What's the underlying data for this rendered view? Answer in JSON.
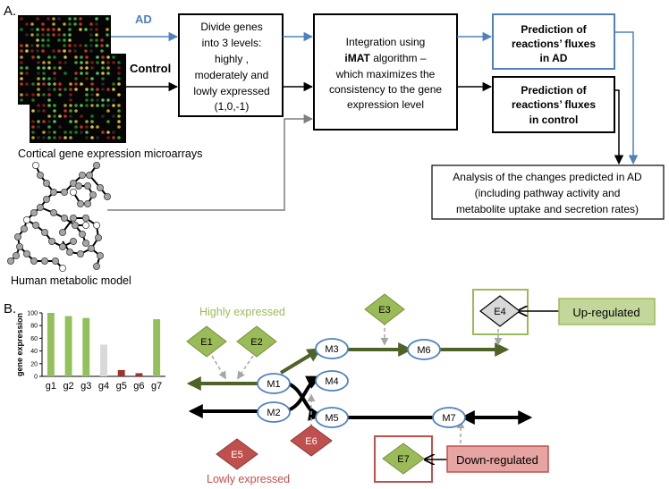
{
  "panel_a": {
    "label": "A.",
    "ad_label": "AD",
    "control_label": "Control",
    "microarray_caption": "Cortical gene expression microarrays",
    "model_caption": "Human metabolic model",
    "divide_box": [
      "Divide genes",
      "into 3 levels:",
      "highly ,",
      "moderately and",
      "lowly expressed",
      "(1,0,-1)"
    ],
    "imat_box": {
      "line1": "Integration using",
      "line2_bold": "iMAT",
      "line2_rest": " algorithm –",
      "line3": "which maximizes the",
      "line4": "consistency to the gene",
      "line5": "expression level"
    },
    "pred_ad_box": [
      "Prediction of",
      "reactions’ fluxes",
      "in AD"
    ],
    "pred_ctrl_box": [
      "Prediction of",
      "reactions’ fluxes",
      "in control"
    ],
    "analysis_box": [
      "Analysis of the changes predicted in AD",
      "(including pathway activity and",
      "metabolite uptake and secretion rates)"
    ]
  },
  "panel_b": {
    "label": "B.",
    "highly_label": "Highly expressed",
    "lowly_label": "Lowly expressed",
    "up_label": "Up-regulated",
    "down_label": "Down-regulated",
    "metabolites": [
      "M1",
      "M2",
      "M3",
      "M4",
      "M5",
      "M6",
      "M7"
    ],
    "enzymes": [
      "E1",
      "E2",
      "E3",
      "E4",
      "E5",
      "E6",
      "E7"
    ]
  },
  "chart_data": {
    "type": "bar",
    "ylabel": "gene expression",
    "categories": [
      "g1",
      "g2",
      "g3",
      "g4",
      "g5",
      "g6",
      "g7"
    ],
    "values": [
      100,
      95,
      92,
      50,
      10,
      5,
      90
    ],
    "bar_colors": [
      "#92c05a",
      "#92c05a",
      "#92c05a",
      "#d9d9d9",
      "#a0312c",
      "#a0312c",
      "#92c05a"
    ],
    "ylim": [
      0,
      100
    ],
    "yticks": [
      0,
      20,
      40,
      60,
      80,
      100
    ]
  },
  "colors": {
    "ad_blue": "#4f81bd",
    "highly_green": "#9bbb59",
    "pathway_green": "#4f6228",
    "lowly_red": "#c0504d",
    "up_fill": "#c4d79b",
    "down_fill": "#e6a4a2",
    "arrow_gray": "#7f7f7f"
  }
}
